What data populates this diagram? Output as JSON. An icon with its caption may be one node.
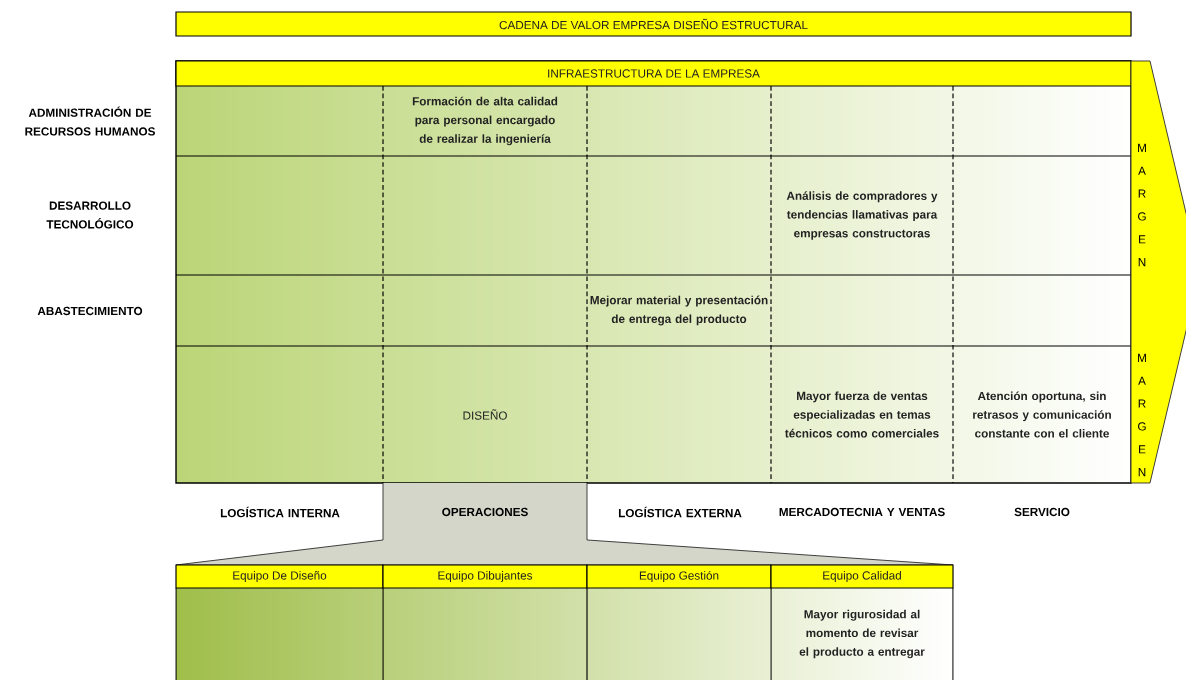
{
  "diagram": {
    "nodes": [
      {
        "text": [
          "CADENA DE VALOR EMPRESA DISEÑO ESTRUCTURAL"
        ]
      },
      {
        "text": [
          "INFRAESTRUCTURA DE LA EMPRESA"
        ]
      },
      {
        "text": [
          "Formación de alta calidad para personal encargado de realizar la ingeniería"
        ]
      },
      {
        "text": [
          "Análisis de compradores y tendencias llamativas para empresas constructoras"
        ]
      },
      {
        "text": [
          "Mejorar material y presentación de entrega del producto"
        ]
      },
      {
        "text": [
          "DISEÑO"
        ]
      },
      {
        "text": [
          "Mayor fuerza de ventas especializadas en temas técnicos como comerciales"
        ]
      },
      {
        "text": [
          "Atención oportuna, sin retrasos y comunicación constante con el cliente"
        ]
      },
      {
        "text": [
          "MARGEN",
          "MARGEN"
        ]
      },
      {
        "text": [
          "OPERACIONES"
        ]
      },
      {
        "text": [
          "Equipo De Diseño"
        ]
      },
      {
        "text": [
          "Equipo Dibujantes"
        ]
      },
      {
        "text": [
          "Equipo Gestión"
        ]
      },
      {
        "text": [
          "Equipo Calidad"
        ]
      },
      {
        "text": [
          "Mayor rigurosidad al momento de revisar el producto a entregar"
        ]
      }
    ],
    "labels": [
      "ADMINISTRACIÓN DE RECURSOS HUMANOS",
      "DESARROLLO TECNOLÓGICO",
      "ABASTECIMIENTO",
      "LOGÍSTICA INTERNA",
      "LOGÍSTICA EXTERNA",
      "MERCADOTECNIA Y VENTAS",
      "SERVICIO"
    ]
  }
}
